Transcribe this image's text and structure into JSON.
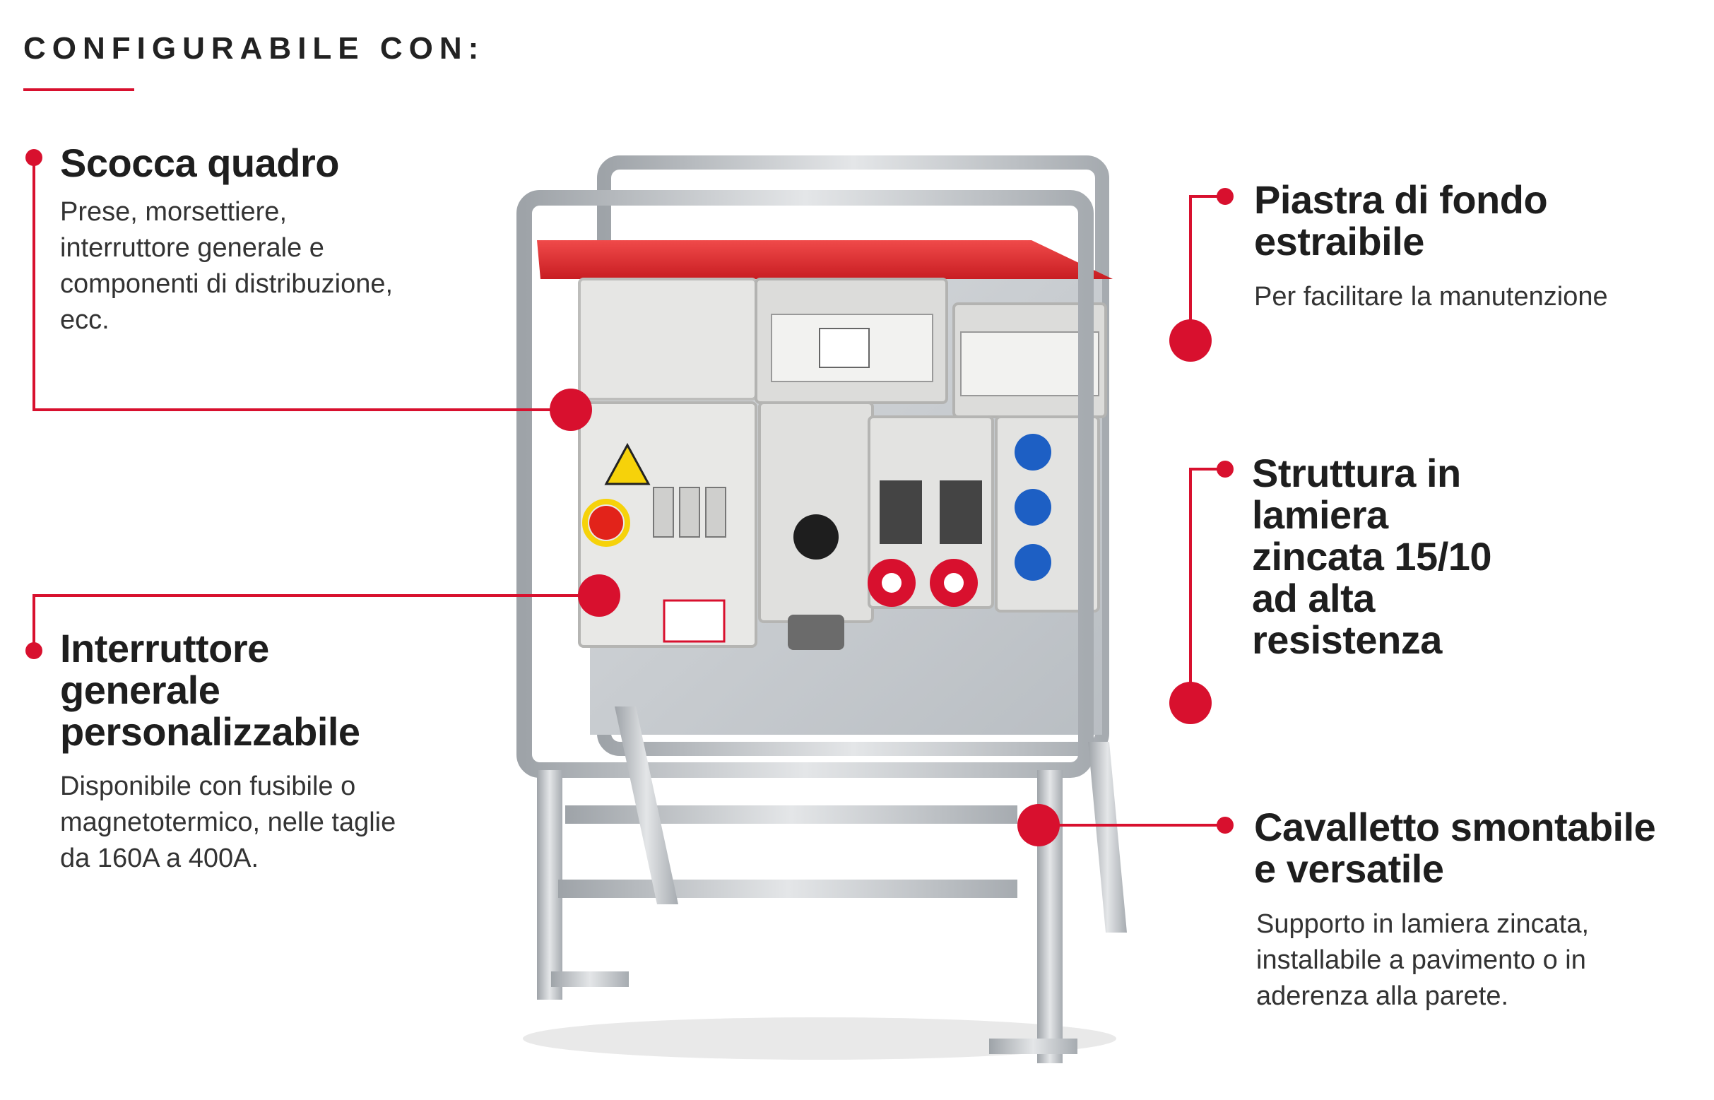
{
  "heading": "CONFIGURABILE CON:",
  "accent_color": "#d8102e",
  "frame_color": "#b9bcc0",
  "callouts": {
    "scocca": {
      "title": [
        "Scocca quadro"
      ],
      "desc": [
        "Prese, morsettiere,",
        "interruttore generale e",
        "componenti di distribuzione,",
        "ecc."
      ]
    },
    "interruttore": {
      "title": [
        "Interruttore",
        "generale",
        "personalizzabile"
      ],
      "desc": [
        "Disponibile con fusibile o",
        "magnetotermico, nelle taglie",
        "da 160A a 400A."
      ]
    },
    "piastra": {
      "title": [
        "Piastra di fondo",
        "estraibile"
      ],
      "desc": [
        "Per facilitare la manutenzione"
      ]
    },
    "struttura": {
      "title": [
        "Struttura in",
        "lamiera",
        "zincata 15/10",
        "ad alta",
        "resistenza"
      ]
    },
    "cavalletto": {
      "title": [
        "Cavalletto smontabile",
        "e versatile"
      ],
      "desc": [
        "Supporto in lamiera zincata,",
        "installabile a pavimento o in",
        "aderenza alla parete."
      ]
    }
  }
}
